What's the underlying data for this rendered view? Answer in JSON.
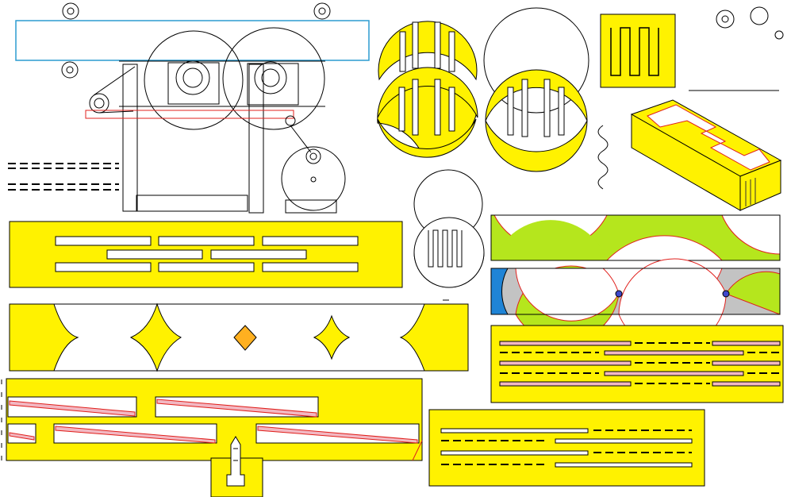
{
  "palette": {
    "yellow": "#FFF200",
    "outline": "#000000",
    "red": "#E0201C",
    "pink": "#F2B8C2",
    "lime": "#B5E61D",
    "gray": "#C3C3C3",
    "blue": "#1F84D6",
    "cyan": "#2B9BD1",
    "orange": "#FFB020",
    "white": "#FFFFFF"
  },
  "components": [
    "machine-assembly",
    "semicircle-comb-plates",
    "meander-comb-plate",
    "cutaway-block",
    "slotted-yellow-panel",
    "diamond-cutout-strip",
    "lime-arc-panel",
    "gray-arc-panel",
    "pink-dashed-panel",
    "angled-slot-panel",
    "dashed-slot-panel",
    "fixture-post"
  ]
}
